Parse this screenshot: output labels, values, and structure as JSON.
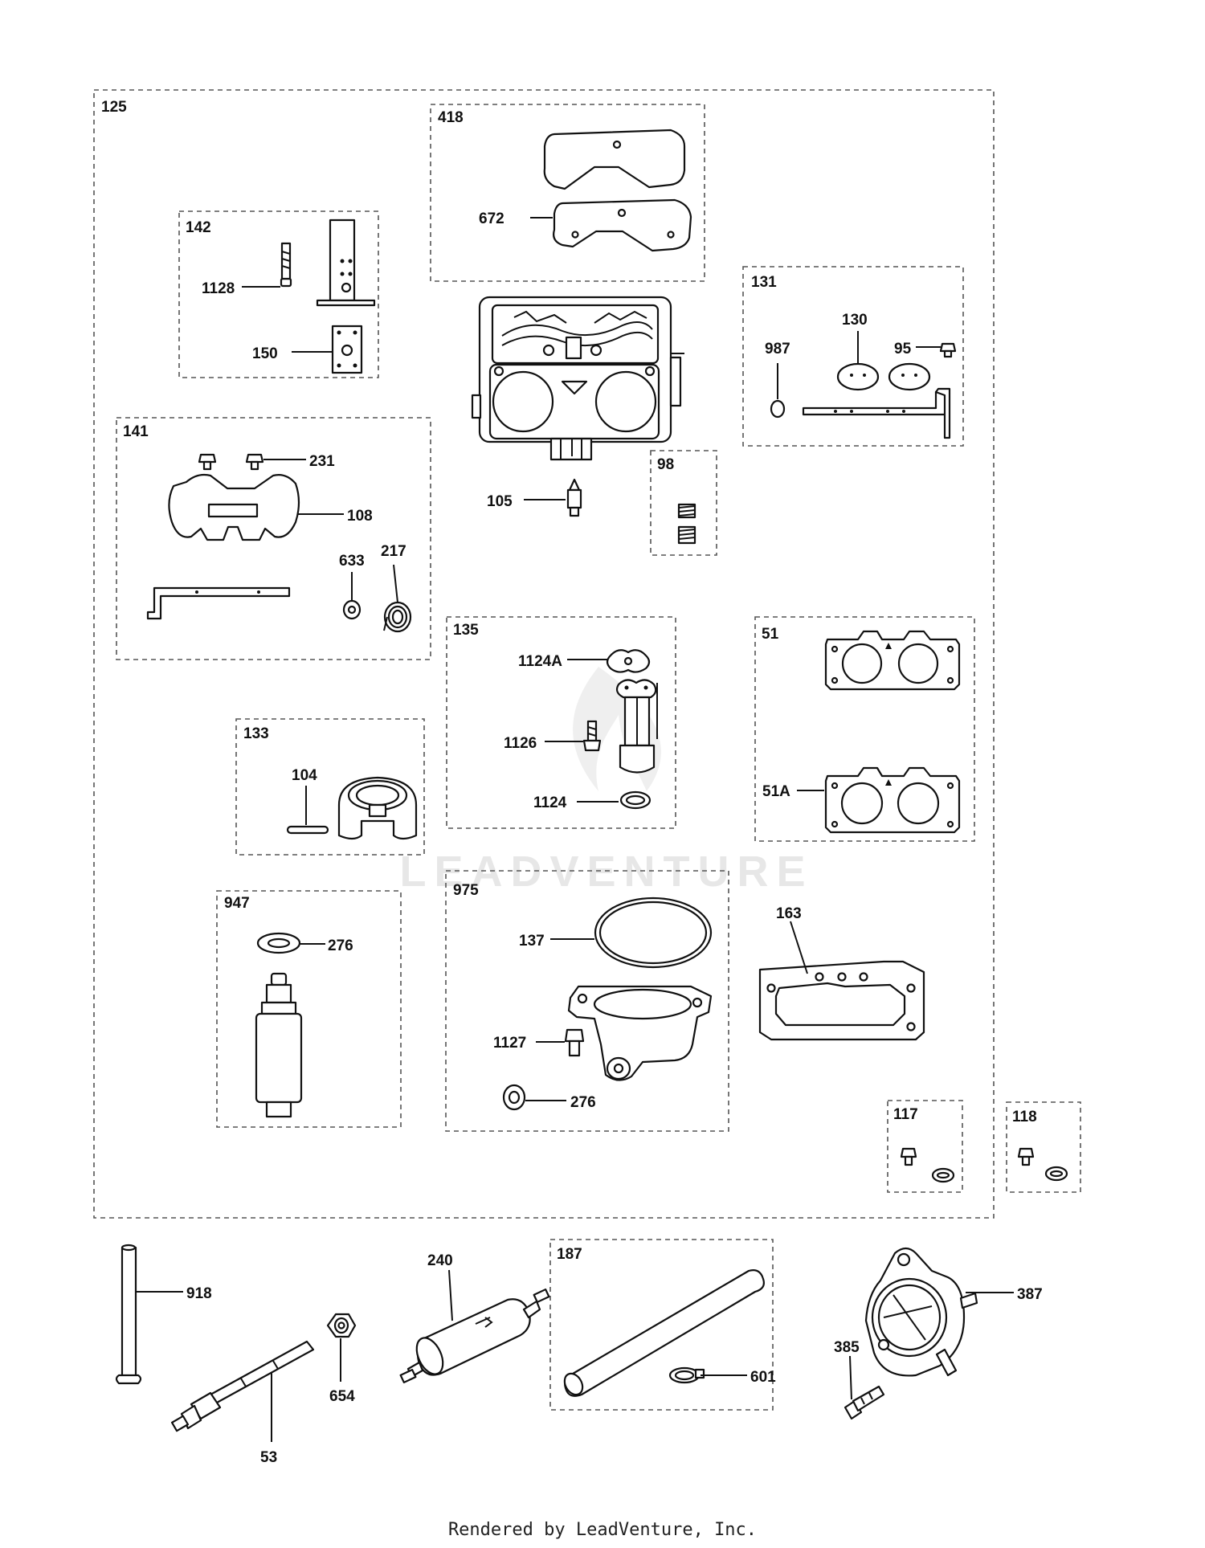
{
  "footer": "Rendered by LeadVenture, Inc.",
  "watermark": "LEADVENTURE",
  "groups": {
    "g125": "125",
    "g418": "418",
    "g142": "142",
    "g131": "131",
    "g141": "141",
    "g98": "98",
    "g135": "135",
    "g51": "51",
    "g133": "133",
    "g947": "947",
    "g975": "975",
    "g117": "117",
    "g118": "118",
    "g187": "187"
  },
  "callouts": {
    "c672": "672",
    "c1128": "1128",
    "c150": "150",
    "c130": "130",
    "c987": "987",
    "c95": "95",
    "c231": "231",
    "c108": "108",
    "c633": "633",
    "c217": "217",
    "c105": "105",
    "c1124A": "1124A",
    "c1126": "1126",
    "c1124": "1124",
    "c51A": "51A",
    "c104": "104",
    "c276a": "276",
    "c137": "137",
    "c163": "163",
    "c1127": "1127",
    "c276b": "276",
    "c918": "918",
    "c240": "240",
    "c654": "654",
    "c53": "53",
    "c601": "601",
    "c387": "387",
    "c385": "385"
  }
}
